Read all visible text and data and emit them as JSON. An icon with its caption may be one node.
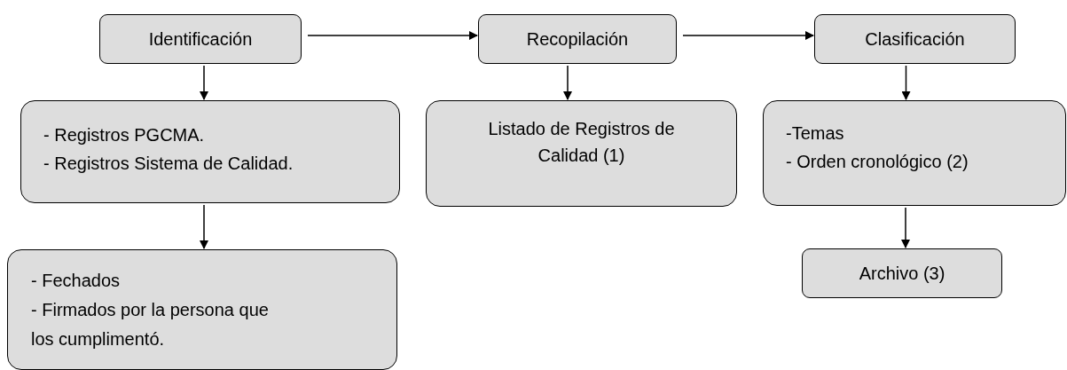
{
  "diagram": {
    "nodes": [
      {
        "text": [
          "Identificación"
        ]
      },
      {
        "text": [
          "Recopilación"
        ]
      },
      {
        "text": [
          "Clasificación"
        ]
      },
      {
        "text": [
          "- Registros PGCMA.",
          "- Registros Sistema de Calidad."
        ]
      },
      {
        "text": [
          "Listado de Registros de Calidad (1)"
        ]
      },
      {
        "text": [
          "-Temas",
          "- Orden cronológico (2)"
        ]
      },
      {
        "text": [
          "- Fechados",
          "- Firmados por la persona que los cumplimentó."
        ]
      },
      {
        "text": [
          "Archivo (3)"
        ]
      }
    ],
    "edges": [
      {
        "from": 0,
        "to": 1,
        "arrow": "to"
      },
      {
        "from": 1,
        "to": 2,
        "arrow": "to"
      },
      {
        "from": 0,
        "to": 3,
        "arrow": "to"
      },
      {
        "from": 1,
        "to": 4,
        "arrow": "to"
      },
      {
        "from": 2,
        "to": 5,
        "arrow": "to"
      },
      {
        "from": 3,
        "to": 6,
        "arrow": "to"
      },
      {
        "from": 5,
        "to": 7,
        "arrow": "to"
      }
    ]
  }
}
